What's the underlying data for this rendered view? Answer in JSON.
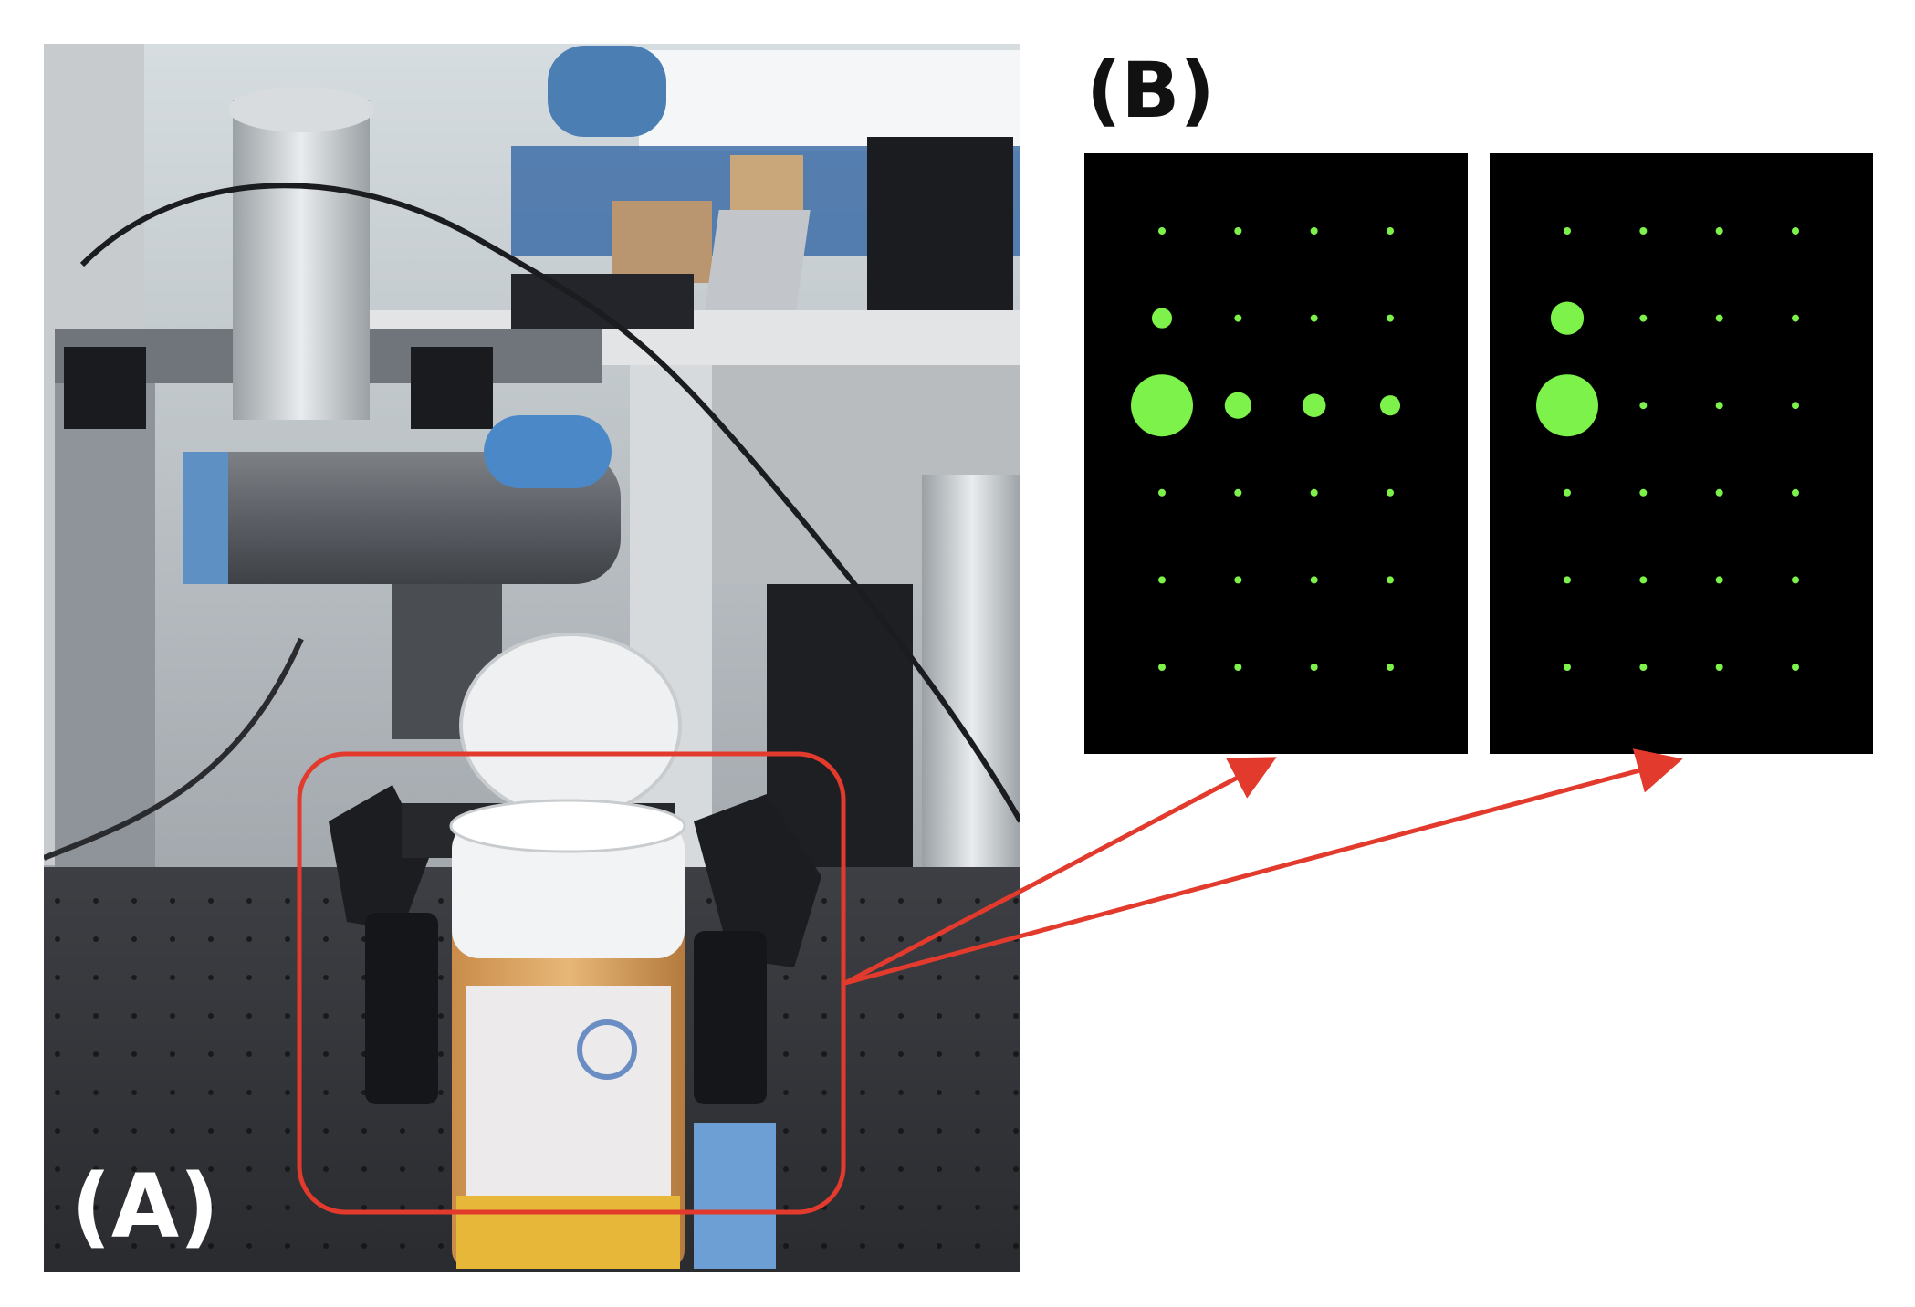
{
  "figure": {
    "panel_a": {
      "label": "(A)",
      "description_icon": "robot-gripper-photo",
      "highlight_color": "#e23a2c"
    },
    "panel_b": {
      "label": "(B)",
      "background_color": "#000000",
      "dot_color": "#7cf24a",
      "sensor_maps": [
        {
          "name": "left-sensor-map",
          "rows": 6,
          "cols": 4,
          "dot_levels": [
            [
              0.15,
              0.15,
              0.15,
              0.15
            ],
            [
              0.35,
              0.15,
              0.15,
              0.15
            ],
            [
              1.0,
              0.45,
              0.4,
              0.35
            ],
            [
              0.15,
              0.15,
              0.15,
              0.15
            ],
            [
              0.15,
              0.15,
              0.15,
              0.15
            ],
            [
              0.15,
              0.15,
              0.15,
              0.15
            ]
          ]
        },
        {
          "name": "right-sensor-map",
          "rows": 6,
          "cols": 4,
          "dot_levels": [
            [
              0.15,
              0.15,
              0.15,
              0.15
            ],
            [
              0.55,
              0.15,
              0.15,
              0.15
            ],
            [
              1.0,
              0.15,
              0.15,
              0.15
            ],
            [
              0.15,
              0.15,
              0.15,
              0.15
            ],
            [
              0.15,
              0.15,
              0.15,
              0.15
            ],
            [
              0.15,
              0.15,
              0.15,
              0.15
            ]
          ]
        }
      ]
    }
  }
}
